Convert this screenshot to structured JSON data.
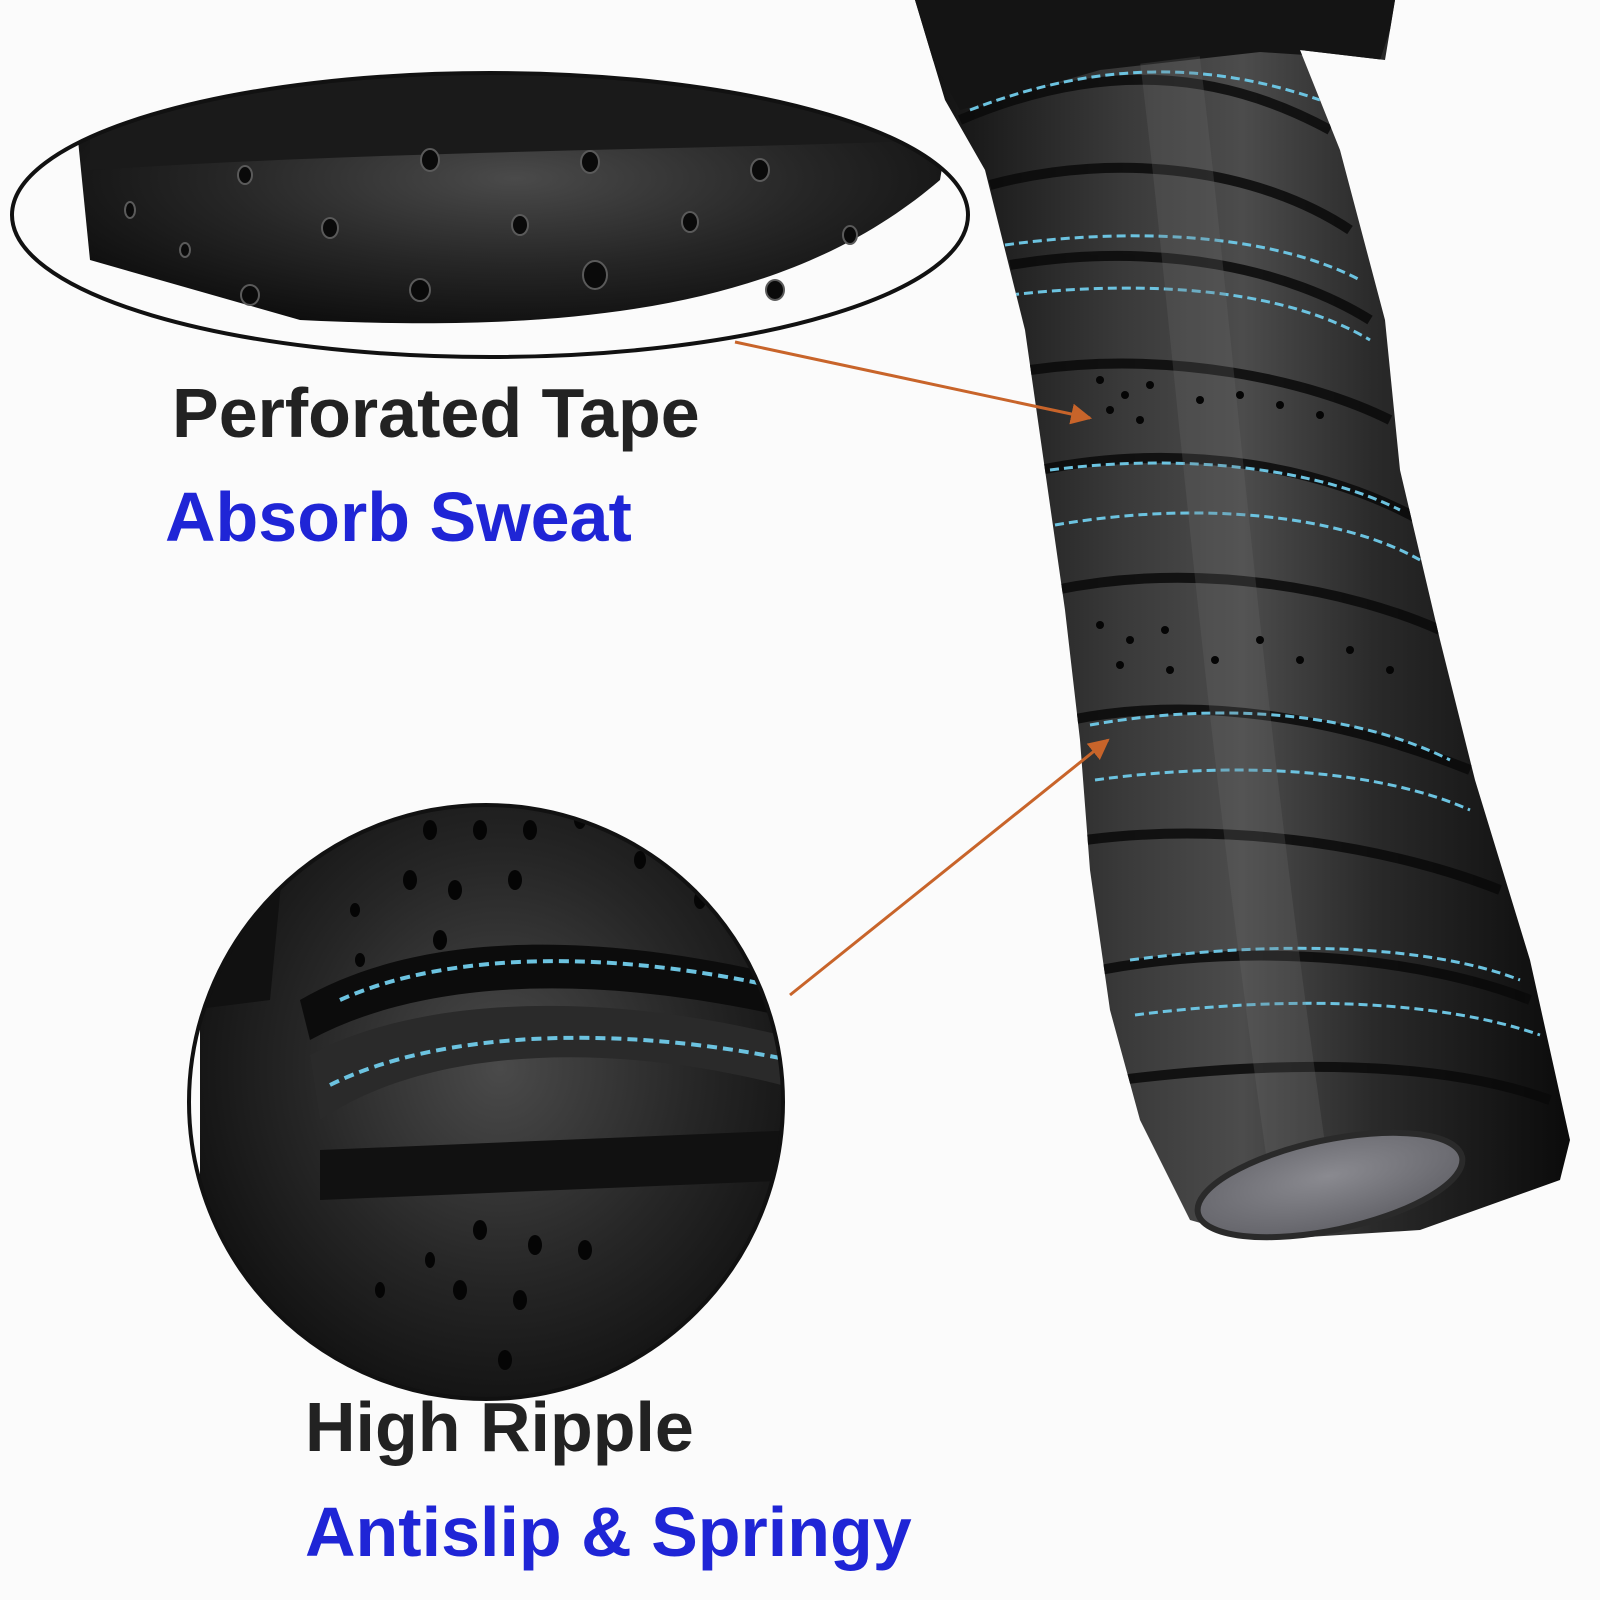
{
  "colors": {
    "background": "#fbfbfb",
    "grip": "#1e1e1e",
    "grip_highlight": "#5a5a5a",
    "stitching": "#6cc3e0",
    "end_cap": "#7b7b80",
    "arrow": "#c8642a",
    "caption_dark": "#222222",
    "caption_blue": "#1f25d6",
    "callout_outline": "#111111"
  },
  "callouts": {
    "perforated": {
      "title": "Perforated Tape",
      "subtitle": "Absorb Sweat",
      "icon": "perforated-tape-zoom"
    },
    "ripple": {
      "title": "High Ripple",
      "subtitle": "Antislip & Springy",
      "icon": "ripple-zoom"
    }
  }
}
